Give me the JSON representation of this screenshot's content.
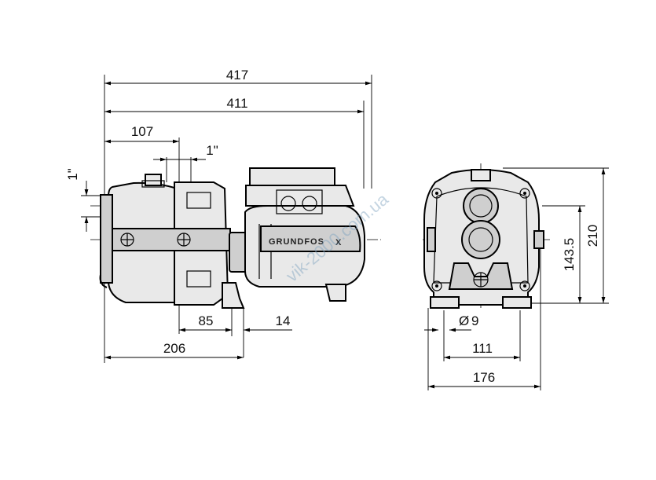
{
  "dimensions": {
    "total_length": "417",
    "body_length": "411",
    "inlet_offset": "107",
    "outlet_size": "1\"",
    "inlet_size": "1\"",
    "foot_offset": "85",
    "foot_width": "14",
    "foot_to_end": "206",
    "foot_hole": "9",
    "foot_hole_prefix": "Ø",
    "axis_height": "143.5",
    "total_height": "210",
    "foot_spacing": "111",
    "base_width": "176"
  },
  "brand": {
    "logo": "GRUNDFOS",
    "logo_mark": "X"
  },
  "watermark": "vik-2000.com.ua"
}
